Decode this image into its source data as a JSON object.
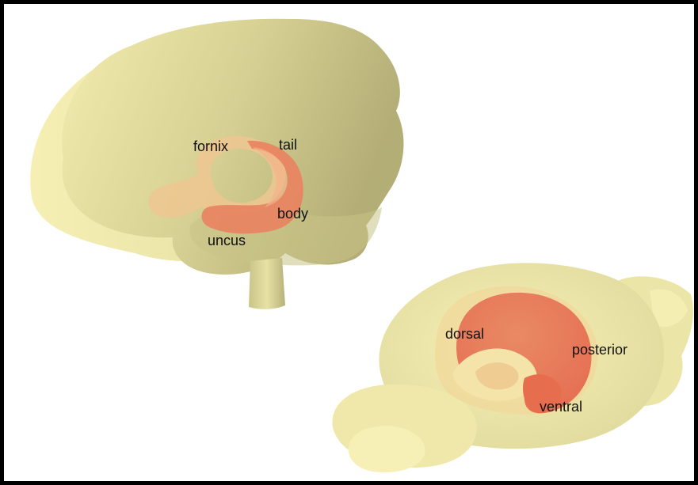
{
  "colors": {
    "frame": "#000000",
    "background": "#ffffff",
    "brain_light": "#f5eeb0",
    "brain_mid": "#d8d294",
    "brain_dark": "#aeaa72",
    "fornix": "#e8b888",
    "hippocampus": "#e97f5e",
    "hippocampus_light": "#f2a480"
  },
  "diagrams": {
    "human": {
      "labels": {
        "fornix": "fornix",
        "tail": "tail",
        "body": "body",
        "uncus": "uncus"
      }
    },
    "rodent": {
      "labels": {
        "dorsal": "dorsal",
        "posterior": "posterior",
        "ventral": "ventral"
      }
    }
  }
}
